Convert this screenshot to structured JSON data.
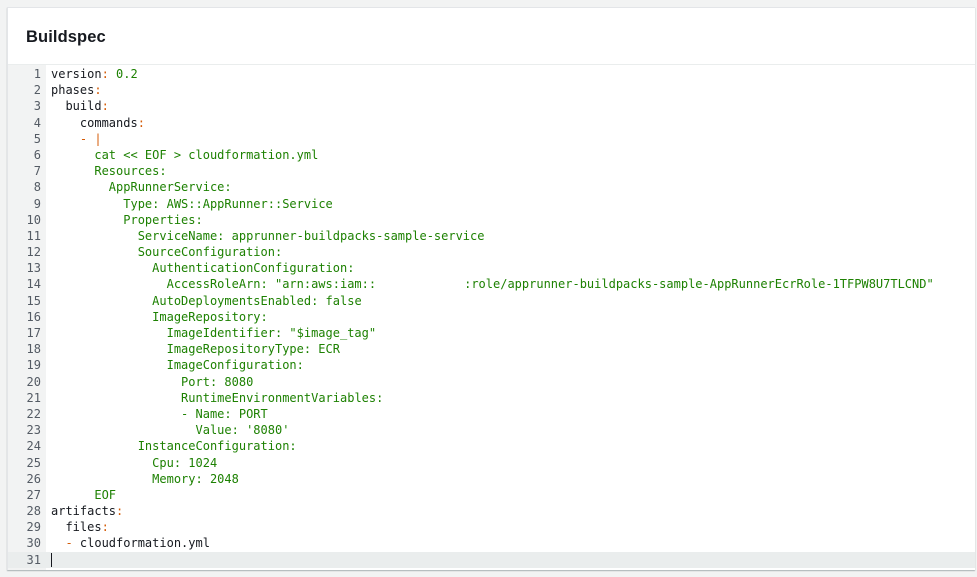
{
  "panel": {
    "title": "Buildspec"
  },
  "editor": {
    "lines": [
      {
        "n": "1",
        "indent": "",
        "parts": [
          [
            "k",
            "version"
          ],
          [
            "p",
            ":"
          ],
          [
            "s",
            " 0.2"
          ]
        ]
      },
      {
        "n": "2",
        "indent": "",
        "parts": [
          [
            "k",
            "phases"
          ],
          [
            "p",
            ":"
          ]
        ]
      },
      {
        "n": "3",
        "indent": "  ",
        "parts": [
          [
            "k",
            "build"
          ],
          [
            "p",
            ":"
          ]
        ]
      },
      {
        "n": "4",
        "indent": "    ",
        "parts": [
          [
            "k",
            "commands"
          ],
          [
            "p",
            ":"
          ]
        ]
      },
      {
        "n": "5",
        "indent": "    ",
        "parts": [
          [
            "p",
            "- |"
          ]
        ]
      },
      {
        "n": "6",
        "indent": "      ",
        "parts": [
          [
            "s",
            "cat << EOF > cloudformation.yml"
          ]
        ]
      },
      {
        "n": "7",
        "indent": "      ",
        "parts": [
          [
            "s",
            "Resources:"
          ]
        ]
      },
      {
        "n": "8",
        "indent": "        ",
        "parts": [
          [
            "s",
            "AppRunnerService:"
          ]
        ]
      },
      {
        "n": "9",
        "indent": "          ",
        "parts": [
          [
            "s",
            "Type: AWS::AppRunner::Service"
          ]
        ]
      },
      {
        "n": "10",
        "indent": "          ",
        "parts": [
          [
            "s",
            "Properties:"
          ]
        ]
      },
      {
        "n": "11",
        "indent": "            ",
        "parts": [
          [
            "s",
            "ServiceName: apprunner-buildpacks-sample-service"
          ]
        ]
      },
      {
        "n": "12",
        "indent": "            ",
        "parts": [
          [
            "s",
            "SourceConfiguration:"
          ]
        ]
      },
      {
        "n": "13",
        "indent": "              ",
        "parts": [
          [
            "s",
            "AuthenticationConfiguration:"
          ]
        ]
      },
      {
        "n": "14",
        "indent": "                ",
        "parts": [
          [
            "s",
            "AccessRoleArn: \"arn:aws:iam::"
          ],
          [
            "r",
            ""
          ],
          [
            "s",
            ":role/apprunner-buildpacks-sample-AppRunnerEcrRole-1TFPW8U7TLCND\""
          ]
        ]
      },
      {
        "n": "15",
        "indent": "              ",
        "parts": [
          [
            "s",
            "AutoDeploymentsEnabled: false"
          ]
        ]
      },
      {
        "n": "16",
        "indent": "              ",
        "parts": [
          [
            "s",
            "ImageRepository:"
          ]
        ]
      },
      {
        "n": "17",
        "indent": "                ",
        "parts": [
          [
            "s",
            "ImageIdentifier: \"$image_tag\""
          ]
        ]
      },
      {
        "n": "18",
        "indent": "                ",
        "parts": [
          [
            "s",
            "ImageRepositoryType: ECR"
          ]
        ]
      },
      {
        "n": "19",
        "indent": "                ",
        "parts": [
          [
            "s",
            "ImageConfiguration:"
          ]
        ]
      },
      {
        "n": "20",
        "indent": "                  ",
        "parts": [
          [
            "s",
            "Port: 8080"
          ]
        ]
      },
      {
        "n": "21",
        "indent": "                  ",
        "parts": [
          [
            "s",
            "RuntimeEnvironmentVariables:"
          ]
        ]
      },
      {
        "n": "22",
        "indent": "                  ",
        "parts": [
          [
            "s",
            "- Name: PORT"
          ]
        ]
      },
      {
        "n": "23",
        "indent": "                    ",
        "parts": [
          [
            "s",
            "Value: '8080'"
          ]
        ]
      },
      {
        "n": "24",
        "indent": "            ",
        "parts": [
          [
            "s",
            "InstanceConfiguration:"
          ]
        ]
      },
      {
        "n": "25",
        "indent": "              ",
        "parts": [
          [
            "s",
            "Cpu: 1024"
          ]
        ]
      },
      {
        "n": "26",
        "indent": "              ",
        "parts": [
          [
            "s",
            "Memory: 2048"
          ]
        ]
      },
      {
        "n": "27",
        "indent": "      ",
        "parts": [
          [
            "s",
            "EOF"
          ]
        ]
      },
      {
        "n": "28",
        "indent": "",
        "parts": [
          [
            "k",
            "artifacts"
          ],
          [
            "p",
            ":"
          ]
        ]
      },
      {
        "n": "29",
        "indent": "  ",
        "parts": [
          [
            "k",
            "files"
          ],
          [
            "p",
            ":"
          ]
        ]
      },
      {
        "n": "30",
        "indent": "  ",
        "parts": [
          [
            "p",
            "- "
          ],
          [
            "k",
            "cloudformation.yml"
          ]
        ]
      },
      {
        "n": "31",
        "indent": "",
        "parts": [
          [
            "c",
            ""
          ]
        ],
        "active": true
      }
    ]
  },
  "colors": {
    "key": "#16191f",
    "punctuation": "#d45b07",
    "string": "#1d8102",
    "gutter_bg": "#f2f3f3",
    "active_line_bg": "#eaeded"
  }
}
